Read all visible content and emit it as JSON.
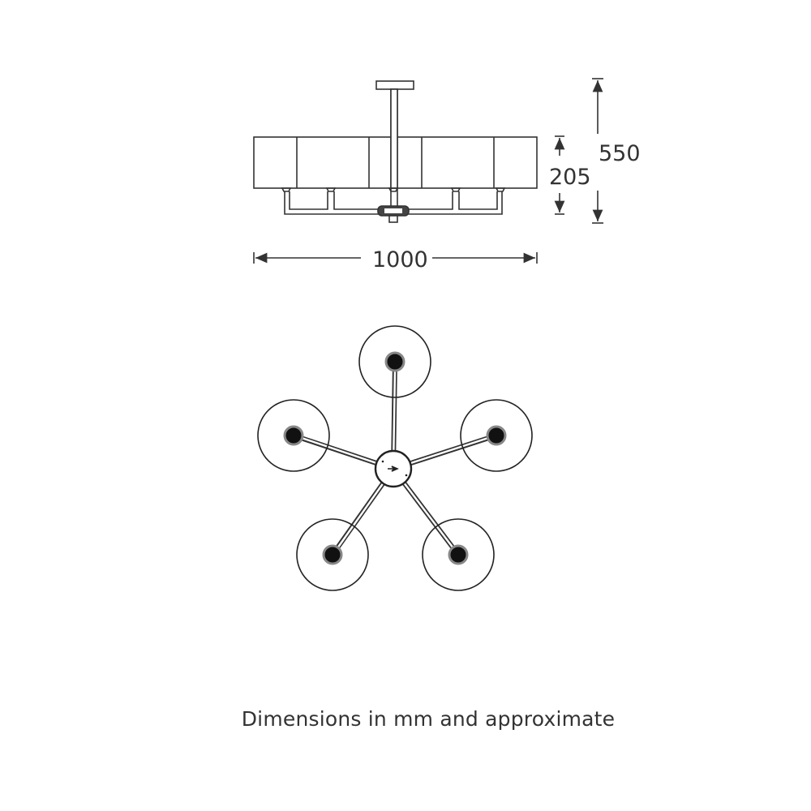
{
  "dimensions": {
    "overall_height": "550",
    "shade_height": "205",
    "width": "1000"
  },
  "caption": "Dimensions in mm and approximate",
  "colors": {
    "line": "#333333",
    "bulb": "#111111"
  }
}
